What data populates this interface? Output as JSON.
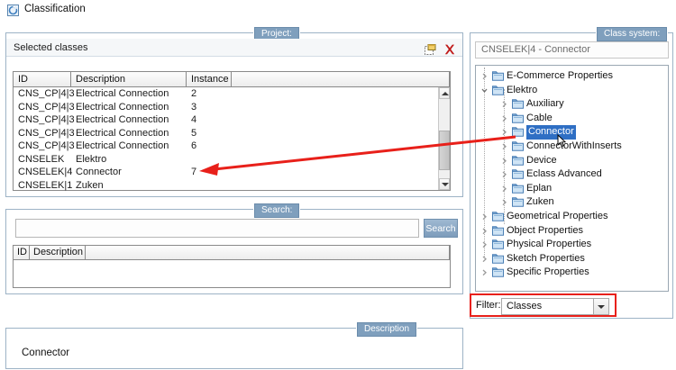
{
  "window": {
    "title": "Classification",
    "icon": "classification-icon"
  },
  "project_panel": {
    "label": "Project:",
    "toolbar_title": "Selected classes",
    "icons": [
      "new-class-icon",
      "delete-class-icon"
    ],
    "table": {
      "columns": [
        "ID",
        "Description",
        "Instance",
        ""
      ],
      "rows": [
        {
          "id": "CNS_CP|4|3",
          "description": "Electrical Connection",
          "instance": "2"
        },
        {
          "id": "CNS_CP|4|3",
          "description": "Electrical Connection",
          "instance": "3"
        },
        {
          "id": "CNS_CP|4|3",
          "description": "Electrical Connection",
          "instance": "4"
        },
        {
          "id": "CNS_CP|4|3",
          "description": "Electrical Connection",
          "instance": "5"
        },
        {
          "id": "CNS_CP|4|3",
          "description": "Electrical Connection",
          "instance": "6"
        },
        {
          "id": "CNSELEK",
          "description": "Elektro",
          "instance": ""
        },
        {
          "id": "CNSELEK|4",
          "description": "Connector",
          "instance": "7"
        },
        {
          "id": "CNSELEK|1",
          "description": "Zuken",
          "instance": ""
        }
      ]
    }
  },
  "search_panel": {
    "label": "Search:",
    "input_value": "",
    "input_placeholder": "",
    "button_label": "Search",
    "results": {
      "columns": [
        "ID",
        "Description",
        ""
      ],
      "rows": []
    }
  },
  "description_panel": {
    "label": "Description",
    "text": "Connector"
  },
  "class_system": {
    "label": "Class system:",
    "path": "CNSELEK|4 - Connector",
    "tree": [
      {
        "label": "E-Commerce Properties",
        "level": 0,
        "expanded": false,
        "selected": false
      },
      {
        "label": "Elektro",
        "level": 0,
        "expanded": true,
        "selected": false
      },
      {
        "label": "Auxiliary",
        "level": 1,
        "expanded": false,
        "selected": false
      },
      {
        "label": "Cable",
        "level": 1,
        "expanded": false,
        "selected": false
      },
      {
        "label": "Connector",
        "level": 1,
        "expanded": false,
        "selected": true
      },
      {
        "label": "ConnectorWithInserts",
        "level": 1,
        "expanded": false,
        "selected": false
      },
      {
        "label": "Device",
        "level": 1,
        "expanded": false,
        "selected": false
      },
      {
        "label": "Eclass Advanced",
        "level": 1,
        "expanded": false,
        "selected": false
      },
      {
        "label": "Eplan",
        "level": 1,
        "expanded": false,
        "selected": false
      },
      {
        "label": "Zuken",
        "level": 1,
        "expanded": false,
        "selected": false
      },
      {
        "label": "Geometrical Properties",
        "level": 0,
        "expanded": false,
        "selected": false
      },
      {
        "label": "Object Properties",
        "level": 0,
        "expanded": false,
        "selected": false
      },
      {
        "label": "Physical Properties",
        "level": 0,
        "expanded": false,
        "selected": false
      },
      {
        "label": "Sketch Properties",
        "level": 0,
        "expanded": false,
        "selected": false
      },
      {
        "label": "Specific Properties",
        "level": 0,
        "expanded": false,
        "selected": false
      }
    ]
  },
  "filter": {
    "label": "Filter:",
    "value": "Classes",
    "options": [
      "Classes"
    ],
    "highlight_color": "#e8201a"
  },
  "annotation": {
    "arrow_color": "#e8201a",
    "from": "class-system-connector-node",
    "to": "selected-classes-connector-row"
  },
  "colors": {
    "group_label_bg": "#7f9fbd",
    "group_border": "#9db3c6",
    "selection_blue": "#2f6fc4",
    "folder_blue": "#5b9bd5"
  }
}
